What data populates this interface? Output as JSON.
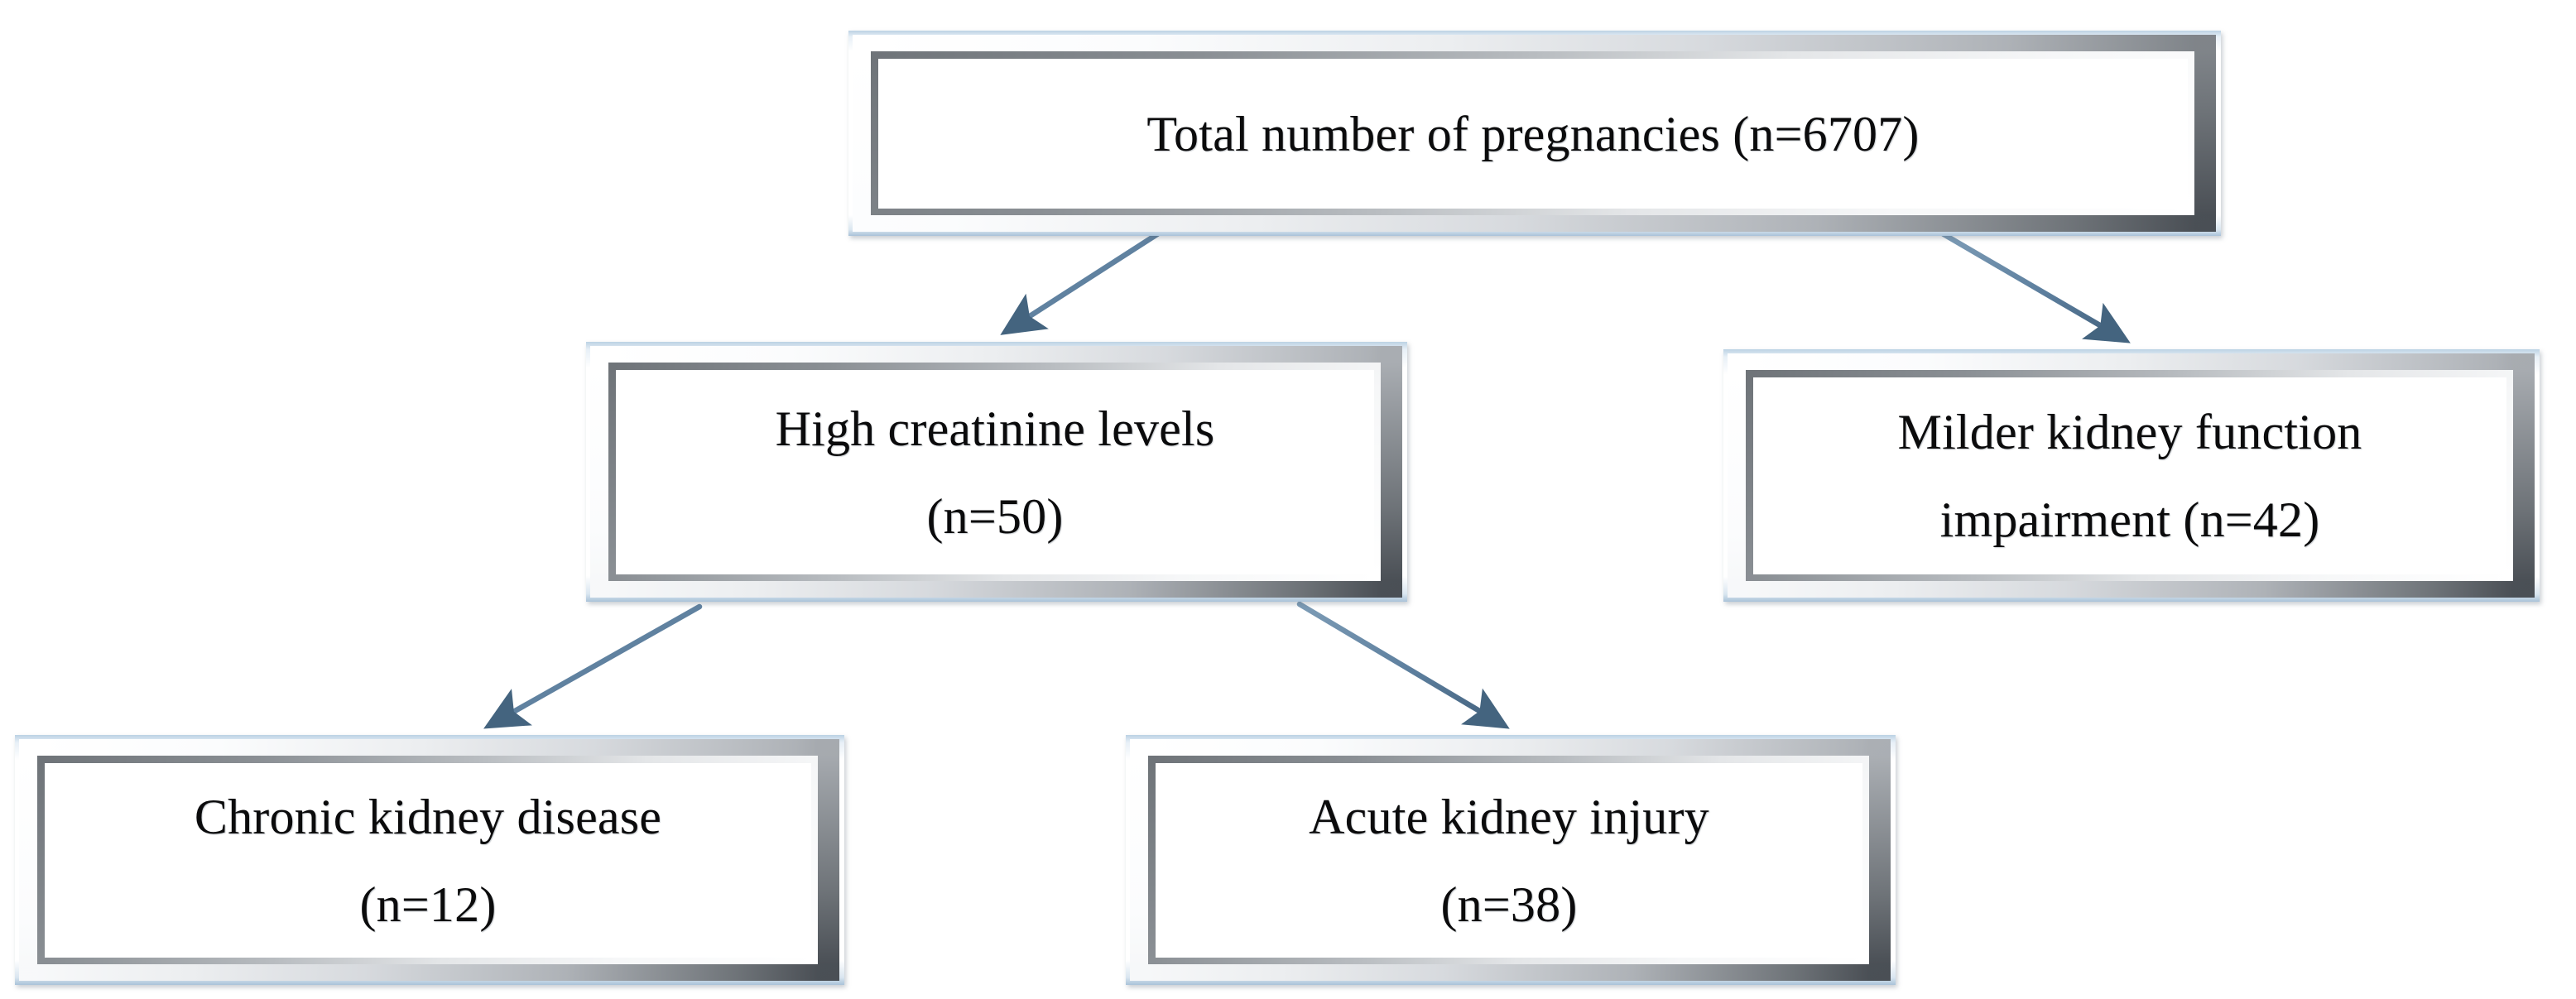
{
  "diagram": {
    "title": "Patient selection flowchart of pregnancies with kidney function impairment",
    "type": "flowchart",
    "accent_color": "#5d7f9e",
    "node_fill": "#ffffff",
    "text_color": "#0b0b0c",
    "nodes": [
      {
        "id": "total",
        "name": "total-pregnancies",
        "lines": [
          "Total number of pregnancies (n=6707)"
        ],
        "label": "Total number of pregnancies",
        "count": 6707,
        "level": 0
      },
      {
        "id": "high_creatinine",
        "name": "high-creatinine-levels",
        "lines": [
          "High creatinine levels",
          "(n=50)"
        ],
        "label": "High creatinine levels",
        "count": 50,
        "level": 1
      },
      {
        "id": "milder_impairment",
        "name": "milder-kidney-function-impairment",
        "lines": [
          "Milder kidney function",
          "impairment (n=42)"
        ],
        "label": "Milder kidney function impairment",
        "count": 42,
        "level": 1
      },
      {
        "id": "ckd",
        "name": "chronic-kidney-disease",
        "lines": [
          "Chronic kidney disease",
          "(n=12)"
        ],
        "label": "Chronic kidney disease",
        "count": 12,
        "level": 2
      },
      {
        "id": "aki",
        "name": "acute-kidney-injury",
        "lines": [
          "Acute kidney injury",
          "(n=38)"
        ],
        "label": "Acute kidney injury",
        "count": 38,
        "level": 2
      }
    ],
    "edges": [
      {
        "id": "e1",
        "from": "total",
        "to": "high_creatinine",
        "label": "",
        "direction": "down-left"
      },
      {
        "id": "e2",
        "from": "total",
        "to": "milder_impairment",
        "label": "",
        "direction": "down-right"
      },
      {
        "id": "e3",
        "from": "high_creatinine",
        "to": "ckd",
        "label": "",
        "direction": "down-left"
      },
      {
        "id": "e4",
        "from": "high_creatinine",
        "to": "aki",
        "label": "",
        "direction": "down-right"
      }
    ]
  }
}
